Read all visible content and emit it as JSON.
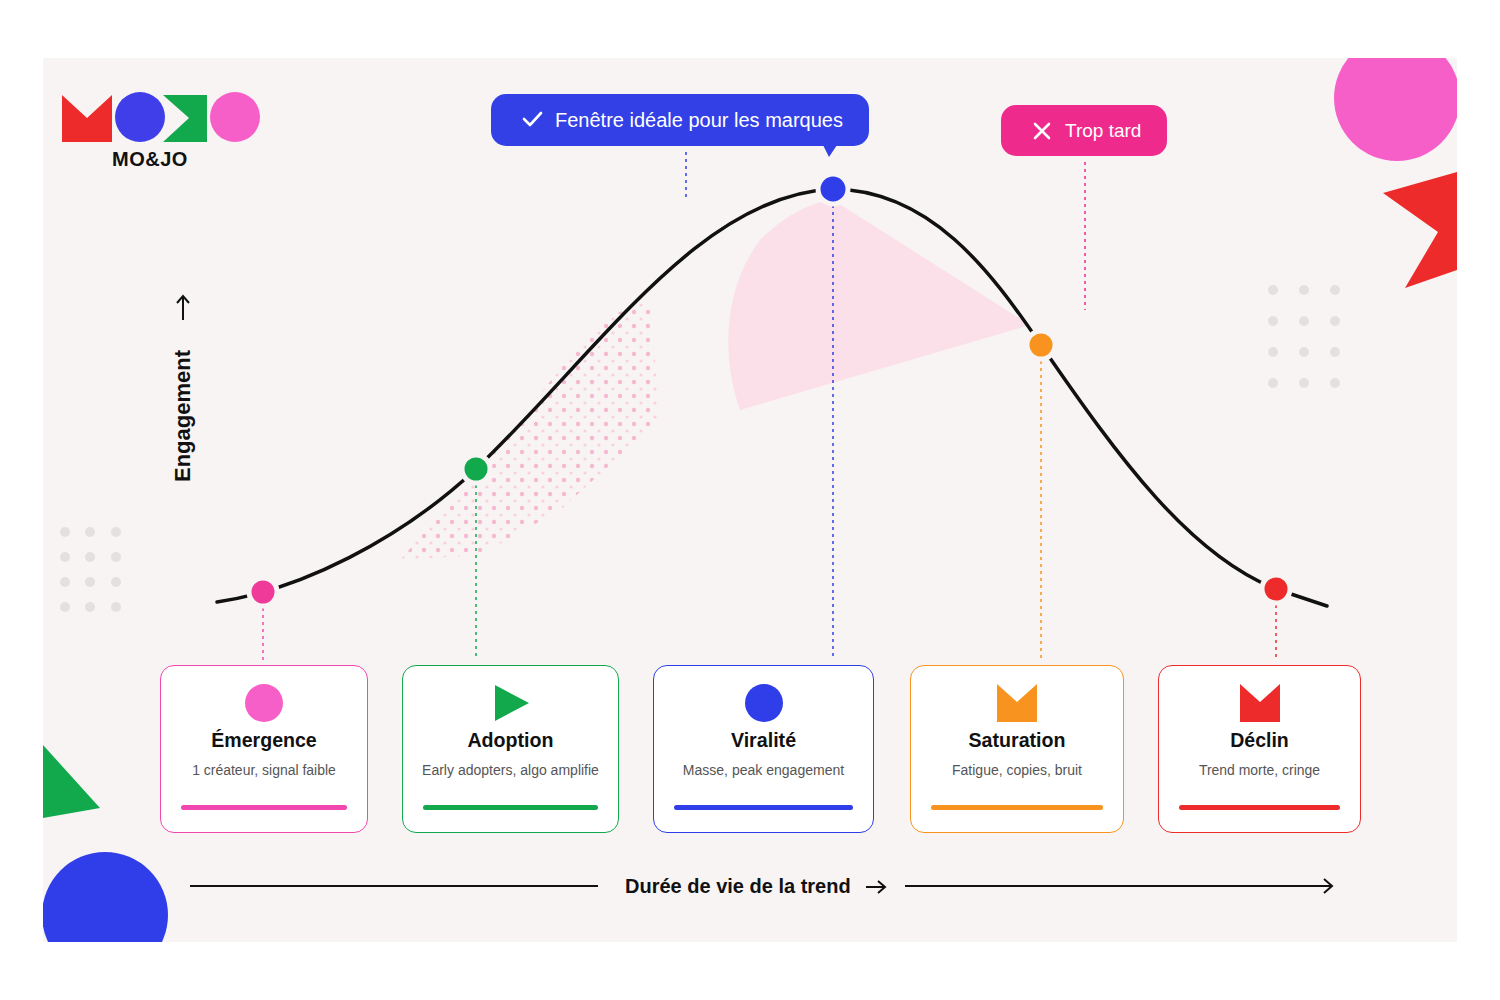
{
  "diagram": {
    "nodes": [
      {
        "text": [
          "Fenêtre idéale pour les marques"
        ]
      },
      {
        "text": [
          "Trop tard"
        ]
      },
      {
        "text": [
          "Émergence",
          "1 créateur, signal faible"
        ]
      },
      {
        "text": [
          "Adoption",
          "Early adopters, algo amplifie"
        ]
      },
      {
        "text": [
          "Viralité",
          "Masse, peak engagement"
        ]
      },
      {
        "text": [
          "Saturation",
          "Fatigue, copies, bruit"
        ]
      },
      {
        "text": [
          "Déclin",
          "Trend morte, cringe"
        ]
      }
    ],
    "labels": [
      "MO&JO",
      "Engagement",
      "Durée de vie de la trend"
    ]
  }
}
